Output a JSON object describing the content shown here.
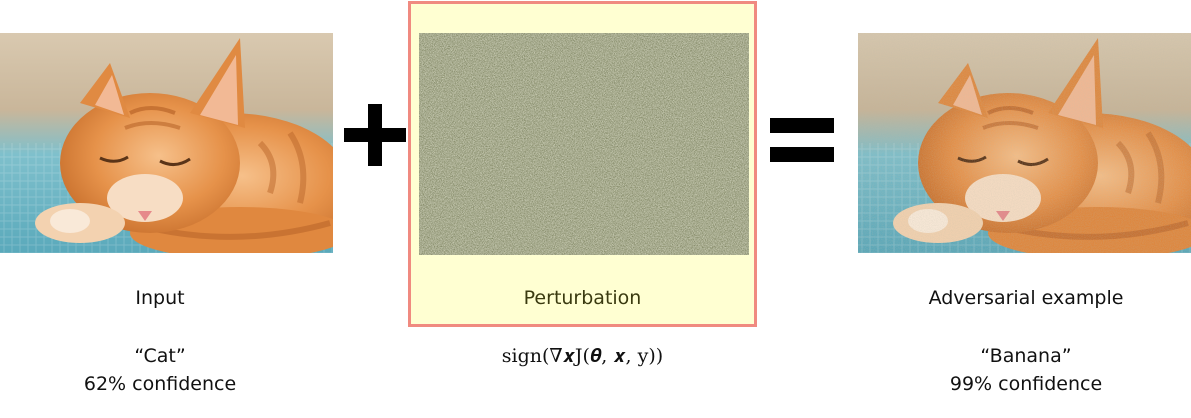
{
  "input": {
    "label": "Input",
    "prediction": "“Cat”",
    "confidence": "62% confidence"
  },
  "perturbation": {
    "label": "Perturbation",
    "formula": "sign(∇𝒙J(𝜽, 𝒙, y))"
  },
  "adversarial": {
    "label": "Adversarial example",
    "prediction": "“Banana”",
    "confidence": "99% confidence"
  },
  "colors": {
    "box_border": "#f08a80",
    "box_fill": "#ffffd2",
    "noise_base": "#7f8560",
    "cat_fur": "#e89a4e",
    "blanket": "#6fb8c8"
  },
  "icons": {
    "plus": "plus-icon",
    "equals": "equals-icon",
    "input_image": "sleeping-cat-photo",
    "adversarial_image": "sleeping-cat-photo"
  }
}
